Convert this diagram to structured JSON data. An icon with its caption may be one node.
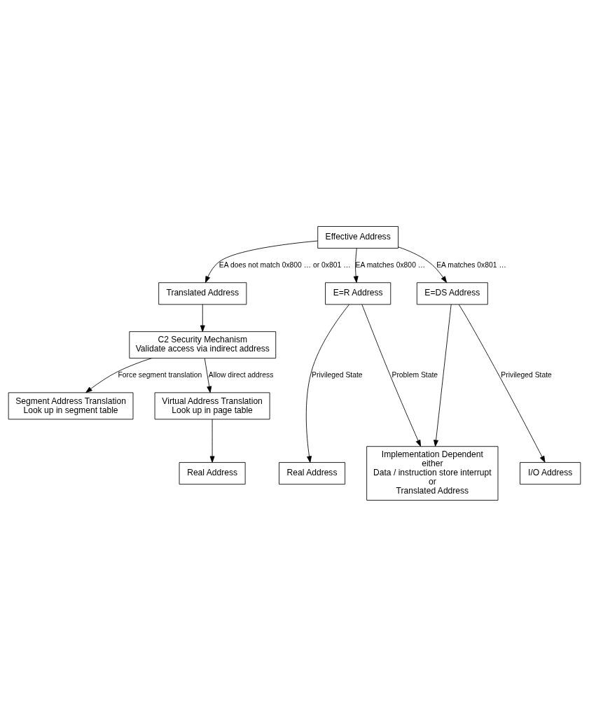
{
  "diagram": {
    "nodes": [
      {
        "text": [
          "Effective Address"
        ]
      },
      {
        "text": [
          "Translated Address"
        ]
      },
      {
        "text": [
          "E=R Address"
        ]
      },
      {
        "text": [
          "E=DS Address"
        ]
      },
      {
        "text": [
          "C2 Security Mechanism",
          "Validate access via indirect address"
        ]
      },
      {
        "text": [
          "Segment Address Translation",
          "Look up in segment table"
        ]
      },
      {
        "text": [
          "Virtual Address Translation",
          "Look up in page table"
        ]
      },
      {
        "text": [
          "Real Address"
        ]
      },
      {
        "text": [
          "Real Address"
        ]
      },
      {
        "text": [
          "Implementation Dependent",
          "either",
          "Data / instruction store interrupt",
          "or",
          "Translated Address"
        ]
      },
      {
        "text": [
          "I/O Address"
        ]
      }
    ],
    "edges": [
      {
        "from": 0,
        "to": 1,
        "arrow": "to",
        "label": "EA does not match 0x800 … or 0x801 …"
      },
      {
        "from": 0,
        "to": 2,
        "arrow": "to",
        "label": "EA matches 0x800 …"
      },
      {
        "from": 0,
        "to": 3,
        "arrow": "to",
        "label": "EA matches 0x801 …"
      },
      {
        "from": 1,
        "to": 4,
        "arrow": "to"
      },
      {
        "from": 4,
        "to": 6,
        "arrow": "to",
        "label": "Allow direct address"
      },
      {
        "from": 4,
        "to": 5,
        "arrow": "to",
        "label": "Force segment translation"
      },
      {
        "from": 6,
        "to": 7,
        "arrow": "to"
      },
      {
        "from": 2,
        "to": 8,
        "arrow": "to",
        "label": "Privileged State"
      },
      {
        "from": 2,
        "to": 9,
        "arrow": "to",
        "label": "Problem State"
      },
      {
        "from": 3,
        "to": 9,
        "arrow": "to"
      },
      {
        "from": 3,
        "to": 10,
        "arrow": "to",
        "label": "Privileged State"
      }
    ]
  }
}
